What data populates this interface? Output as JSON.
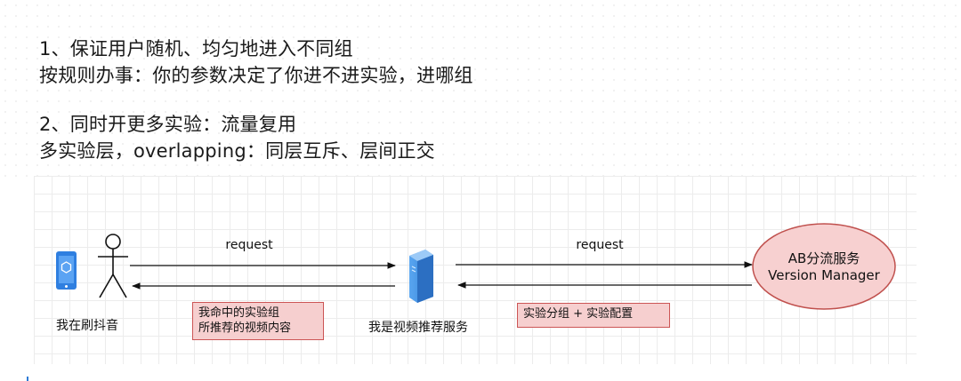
{
  "text": {
    "lines": [
      "1、保证用户随机、均匀地进入不同组",
      "按规则办事：你的参数决定了你进不进实验，进哪组",
      "2、同时开更多实验：流量复用",
      "多实验层，overlapping：同层互斥、层间正交"
    ]
  },
  "diagram": {
    "user_label": "我在刷抖音",
    "server_label": "我是视频推荐服务",
    "ab_line1": "AB分流服务",
    "ab_line2": "Version Manager",
    "request_left": "request",
    "request_right": "request",
    "note_left_line1": "我命中的实验组",
    "note_left_line2": "所推荐的视频内容",
    "note_right": "实验分组 + 实验配置"
  },
  "colors": {
    "phone_blue": "#2f7fe0",
    "server_blue": "#3a8ee8",
    "ab_fill": "#f7d0d0",
    "ab_stroke": "#c0504d",
    "note_fill": "#f6cfcf",
    "note_stroke": "#cc5555"
  },
  "icons": [
    "phone-icon",
    "stick-figure-icon",
    "server-icon"
  ]
}
